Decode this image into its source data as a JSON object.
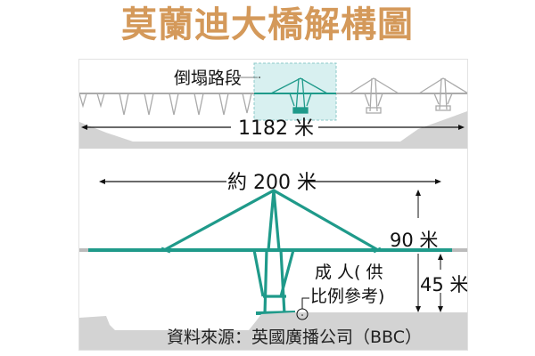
{
  "title": "莫蘭迪大橋解構圖",
  "overview": {
    "collapsed_section_label": "倒塌路段",
    "total_length_label": "1182 米"
  },
  "detail": {
    "span_label": "約 200 米",
    "tower_height_label": "90 米",
    "deck_height_label": "45 米",
    "scale_note_line1": "成 人( 供",
    "scale_note_line2": "比例參考)"
  },
  "source": "資料來源：英國廣播公司（BBC）",
  "colors": {
    "title": "#d4995a",
    "bridge_highlight": "#1f9a8a",
    "bridge_gray": "#aaaaaa",
    "ground": "#d3d3d3",
    "highlight_box": "#d8f0f0"
  }
}
